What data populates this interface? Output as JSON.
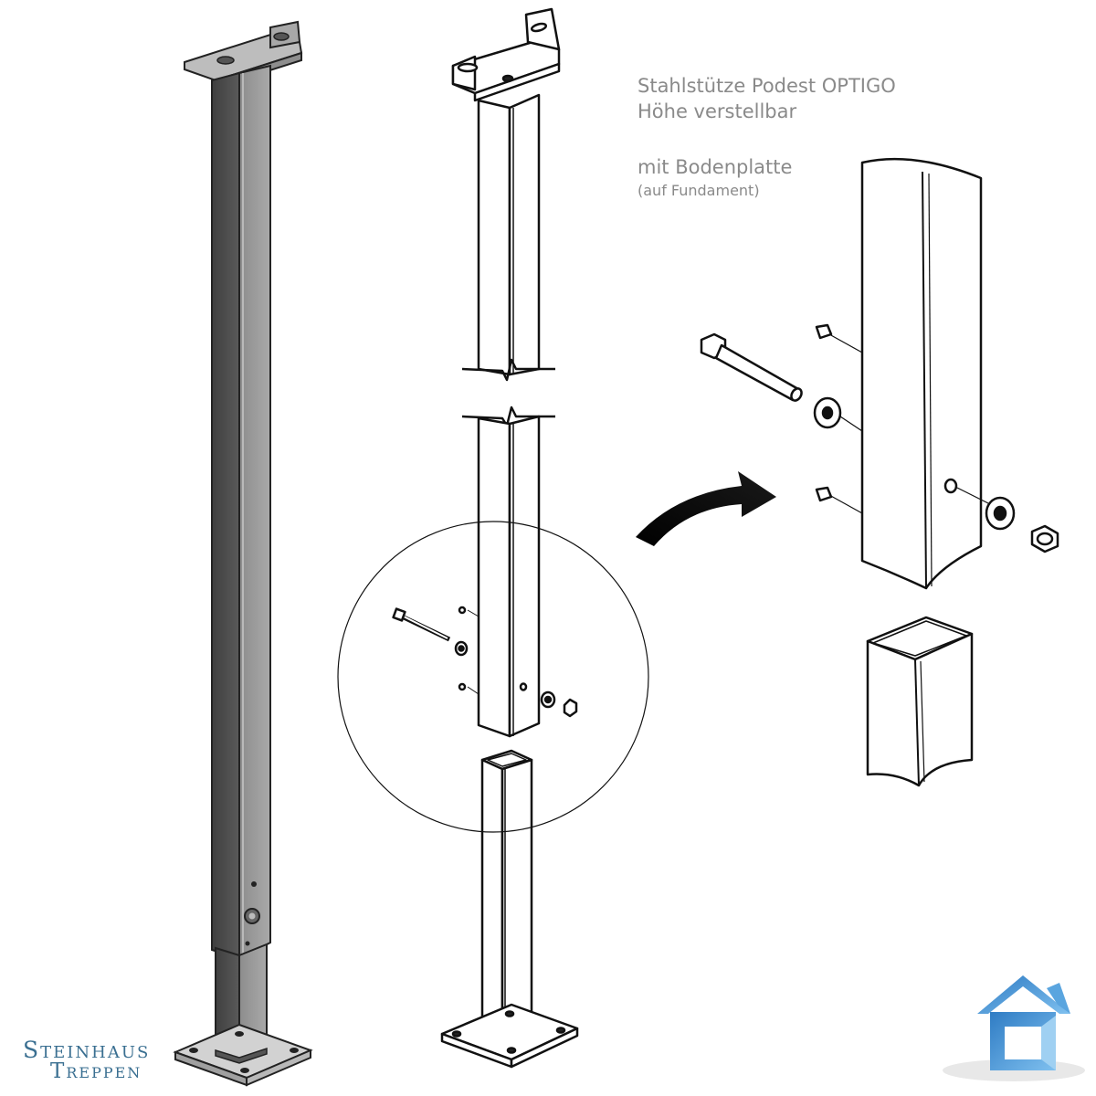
{
  "captions": {
    "title_line1": "Stahlstütze Podest OPTIGO",
    "title_line2": "Höhe verstellbar",
    "variant_line1": "mit Bodenplatte",
    "variant_line2": "(auf Fundament)"
  },
  "brand": {
    "line1": "Steinhaus",
    "line2": "Treppen",
    "logo": "house-logo-icon"
  },
  "colors": {
    "text": "#8a8a8a",
    "brand_text": "#3a6f91",
    "steel_dark": "#555555",
    "steel_light": "#9a9a9a",
    "plate": "#cccccc",
    "logo_blue": "#3d8fd1",
    "logo_blue_light": "#8cc4ee"
  }
}
